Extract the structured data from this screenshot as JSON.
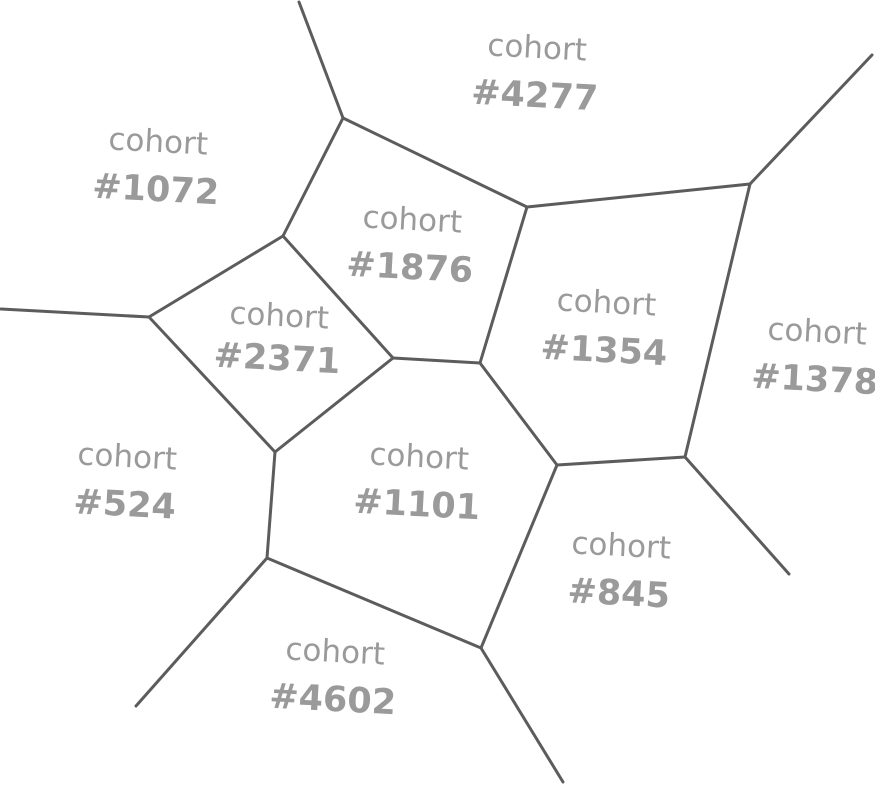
{
  "cells": [
    {
      "prefix": "cohort",
      "id": "#4277"
    },
    {
      "prefix": "cohort",
      "id": "#1072"
    },
    {
      "prefix": "cohort",
      "id": "#1876"
    },
    {
      "prefix": "cohort",
      "id": "#2371"
    },
    {
      "prefix": "cohort",
      "id": "#1354"
    },
    {
      "prefix": "cohort",
      "id": "#1378"
    },
    {
      "prefix": "cohort",
      "id": "#524"
    },
    {
      "prefix": "cohort",
      "id": "#1101"
    },
    {
      "prefix": "cohort",
      "id": "#845"
    },
    {
      "prefix": "cohort",
      "id": "#4602"
    }
  ]
}
